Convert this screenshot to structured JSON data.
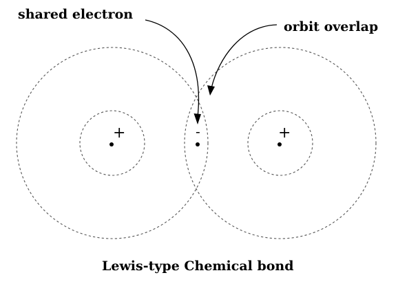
{
  "labels": {
    "shared_electron": "shared electron",
    "orbit_overlap": "orbit overlap",
    "caption": "Lewis-type Chemical bond"
  },
  "symbols": {
    "left_nucleus_charge": "+",
    "right_nucleus_charge": "+",
    "shared_electron_charge": "-"
  }
}
